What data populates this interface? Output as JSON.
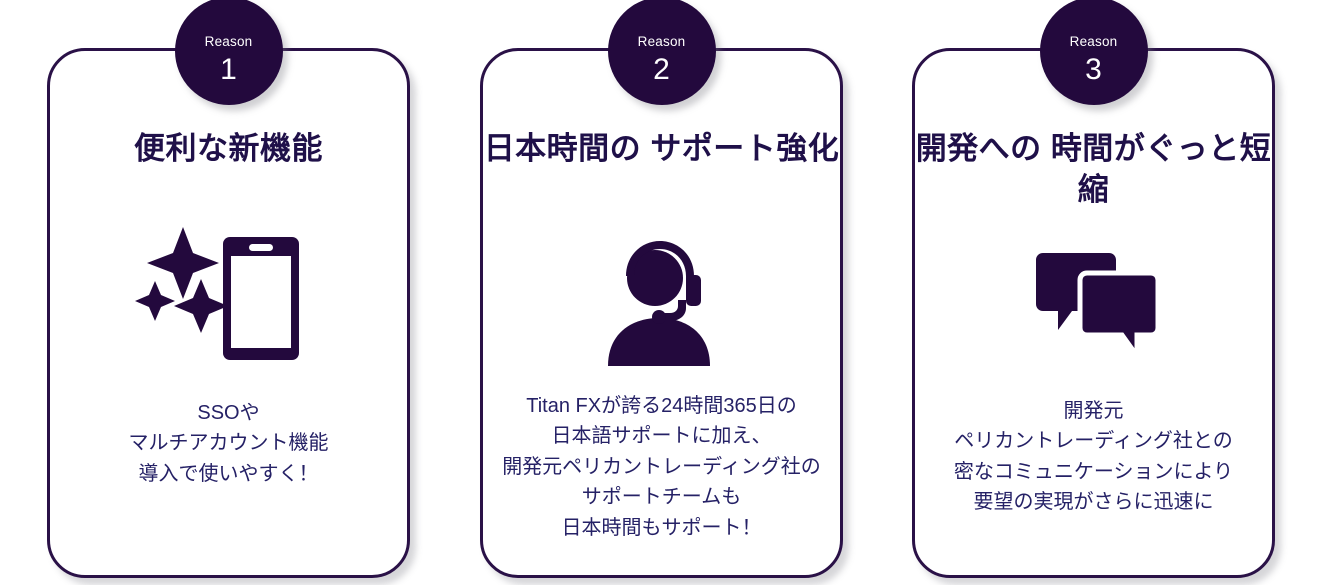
{
  "theme": {
    "accent_dark_purple": "#23093d",
    "border_purple": "#2a1147",
    "title_color": "#1f1049",
    "body_color": "#252166",
    "background": "#ffffff"
  },
  "cards": [
    {
      "badge_label": "Reason",
      "badge_number": "1",
      "title_lines": [
        "便利な新機能"
      ],
      "icon": "sparkle-smartphone-icon",
      "body_lines": [
        "SSOや",
        "マルチアカウント機能",
        "導入で使いやすく！"
      ]
    },
    {
      "badge_label": "Reason",
      "badge_number": "2",
      "title_lines": [
        "日本時間の",
        "サポート強化"
      ],
      "icon": "headset-support-agent-icon",
      "body_lines": [
        "Titan FXが誇る24時間365日の",
        "日本語サポートに加え、",
        "開発元ペリカントレーディング社の",
        "サポートチームも",
        "日本時間もサポート！"
      ]
    },
    {
      "badge_label": "Reason",
      "badge_number": "3",
      "title_lines": [
        "開発への",
        "時間がぐっと短縮"
      ],
      "icon": "chat-bubbles-icon",
      "body_lines": [
        "開発元",
        "ペリカントレーディング社との",
        "密なコミュニケーションにより",
        "要望の実現がさらに迅速に"
      ]
    }
  ]
}
